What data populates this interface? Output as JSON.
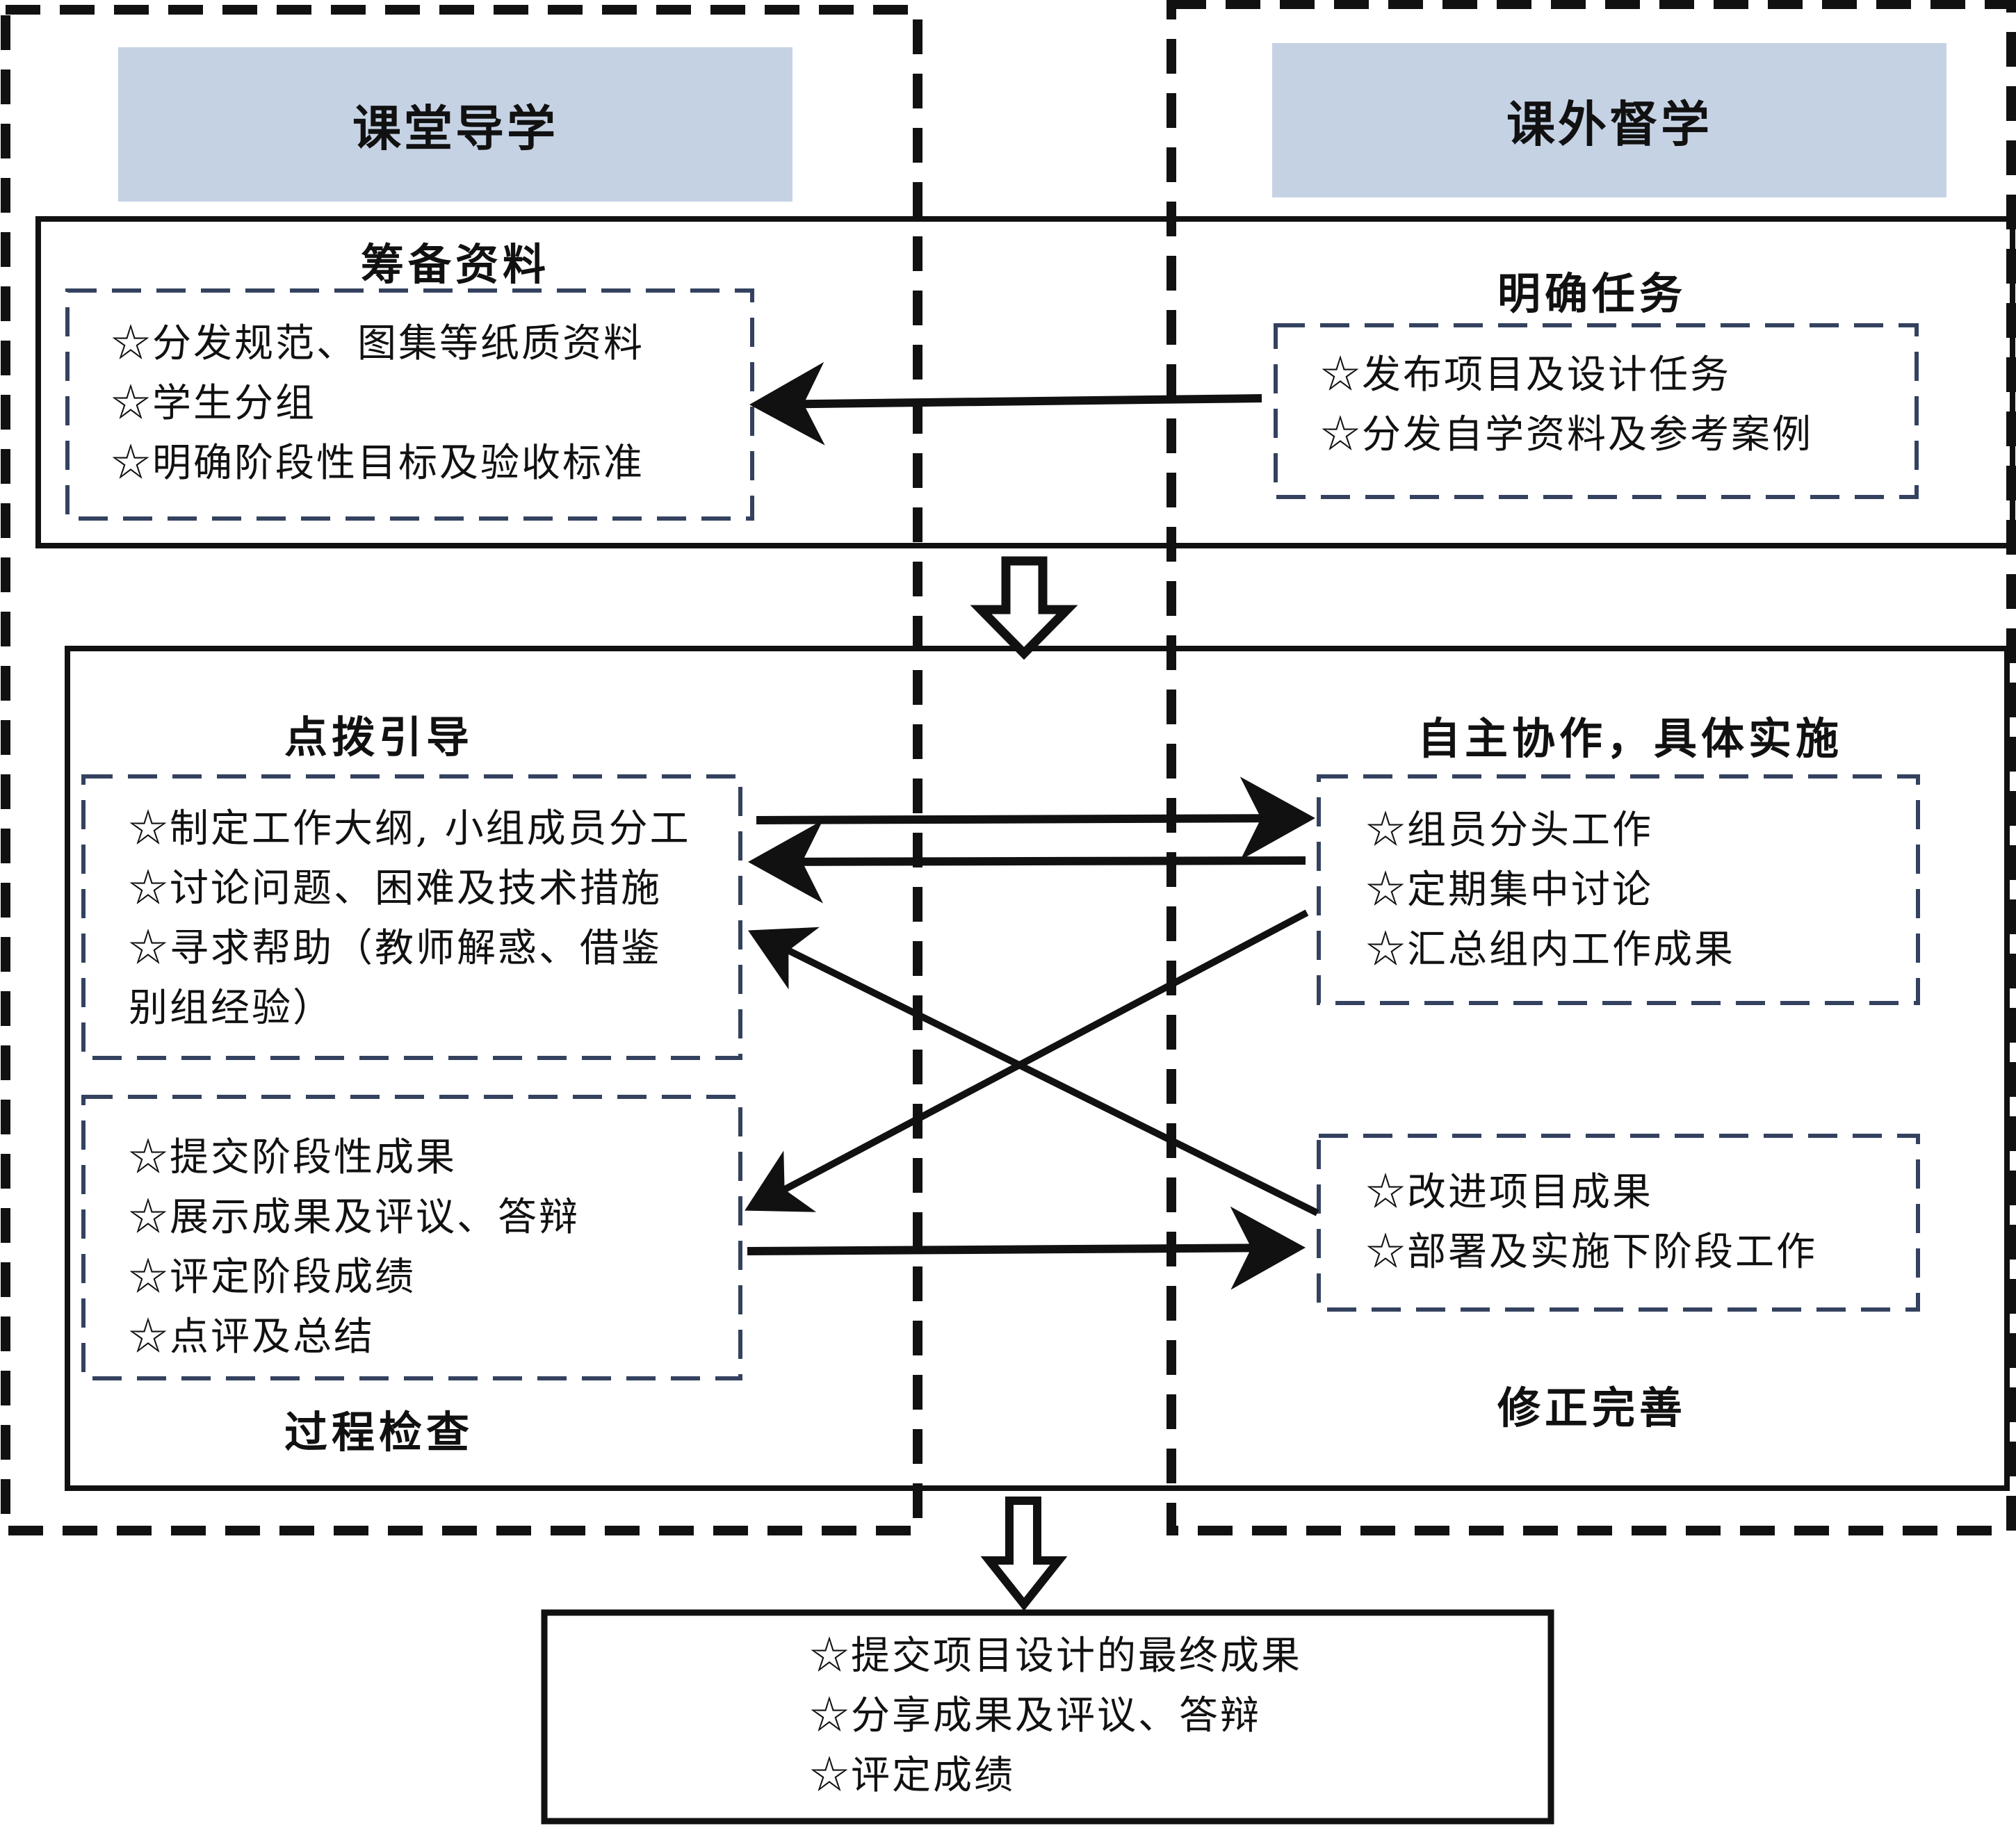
{
  "columns": {
    "left_header": "课堂导学",
    "right_header": "课外督学"
  },
  "stage1": {
    "left": {
      "title": "筹备资料",
      "items": [
        "☆分发规范、图集等纸质资料",
        "☆学生分组",
        "☆明确阶段性目标及验收标准"
      ]
    },
    "right": {
      "title": "明确任务",
      "items": [
        "☆发布项目及设计任务",
        "☆分发自学资料及参考案例"
      ]
    }
  },
  "stage2": {
    "guide": {
      "title": "点拨引导",
      "items": [
        "☆制定工作大纲, 小组成员分工",
        "☆讨论问题、困难及技术措施",
        "☆寻求帮助（教师解惑、借鉴",
        "别组经验）"
      ]
    },
    "check": {
      "title": "过程检查",
      "items": [
        "☆提交阶段性成果",
        "☆展示成果及评议、答辩",
        "☆评定阶段成绩",
        "☆点评及总结"
      ]
    },
    "implement": {
      "title": "自主协作，具体实施",
      "items": [
        "☆组员分头工作",
        "☆定期集中讨论",
        "☆汇总组内工作成果"
      ]
    },
    "revise": {
      "title": "修正完善",
      "items": [
        "☆改进项目成果",
        "☆部署及实施下阶段工作"
      ]
    }
  },
  "final": {
    "items": [
      "☆提交项目设计的最终成果",
      "☆分享成果及评议、答辩",
      "☆评定成绩"
    ]
  },
  "colors": {
    "header_fill": "#c5d2e4",
    "dashed_box": "#34425f",
    "line": "#111111"
  }
}
